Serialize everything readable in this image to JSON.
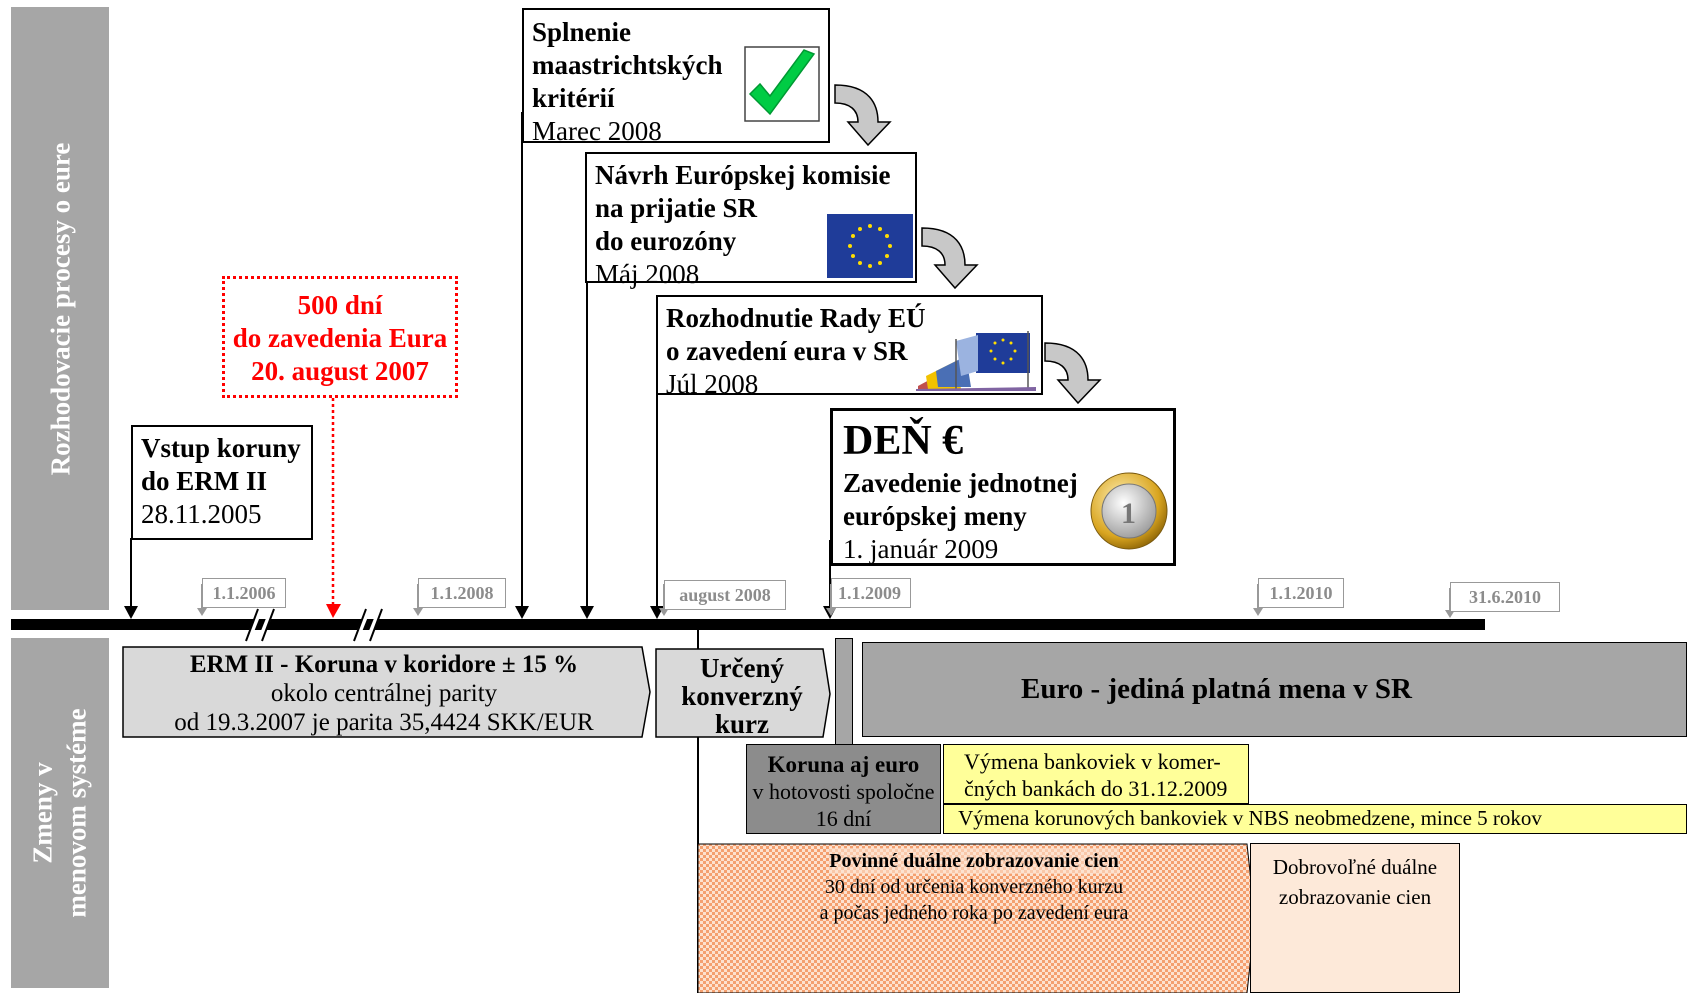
{
  "sidebar": {
    "top_label": "Rozhodovacie procesy o eure",
    "bottom_label_line1": "Zmeny v",
    "bottom_label_line2": "menovom systéme"
  },
  "events": {
    "criteria": {
      "line1": "Splnenie",
      "line2": "maastrichtských",
      "line3": "kritérií",
      "date": "Marec 2008"
    },
    "commission": {
      "line1": "Návrh Európskej komisie",
      "line2": "na prijatie SR",
      "line3": "do eurozóny",
      "date": "Máj 2008"
    },
    "council": {
      "line1": "Rozhodnutie Rady EÚ",
      "line2": "o zavedení eura v SR",
      "date": "Júl 2008"
    },
    "euro_day": {
      "title": "DEŇ €",
      "line1": "Zavedenie jednotnej",
      "line2": "európskej meny",
      "date": "1. január 2009"
    },
    "erm_entry": {
      "line1": "Vstup koruny",
      "line2": "do ERM II",
      "date": "28.11.2005"
    },
    "countdown": {
      "line1": "500 dní",
      "line2": "do zavedenia Eura",
      "line3": "20. august 2007"
    }
  },
  "ticks": [
    "1.1.2006",
    "1.1.2008",
    "august 2008",
    "1.1.2009",
    "1.1.2010",
    "31.6.2010"
  ],
  "phases": {
    "erm": {
      "line1a": "ERM II",
      "line1b": " - ",
      "line1c": "Koruna v koridore ± 15 %",
      "line2": "okolo centrálnej parity",
      "line3": "od 19.3.2007 je parita 35,4424 SKK/EUR"
    },
    "conversion": {
      "line1": "Určený",
      "line2": "konverzný",
      "line3": "kurz"
    },
    "euro_only": {
      "text": "Euro - jediná platná mena v SR"
    },
    "dual_cash": {
      "line1": "Koruna aj euro",
      "line2": "v hotovosti spoločne",
      "line3": "16 dní"
    },
    "bank_exchange": {
      "line1": "Výmena bankoviek v komer-",
      "line2": "čných bankách do 31.12.2009"
    },
    "nbs_exchange": {
      "text": "Výmena korunových bankoviek v NBS neobmedzene, mince 5 rokov"
    },
    "mandatory_dual": {
      "line1": "Povinné duálne zobrazovanie cien",
      "line2": "30 dní od určenia konverzného kurzu",
      "line3": "a počas jedného roka po zavedení eura"
    },
    "voluntary_dual": {
      "line1": "Dobrovoľné duálne",
      "line2": "zobrazovanie cien"
    }
  },
  "colors": {
    "sidebar": "#a6a6a6",
    "countdown_red": "#ff0000",
    "erm_fill": "#d9d9d9",
    "euro_fill": "#a6a6a6",
    "dual_cash_fill": "#8c8c8c",
    "yellow": "#ffff99",
    "voluntary_fill": "#fde9d9",
    "mandatory_fill": "#f4b183",
    "check_green": "#00cc44",
    "eu_blue": "#1f3c99",
    "arrow_gray": "#c8c8c8"
  }
}
